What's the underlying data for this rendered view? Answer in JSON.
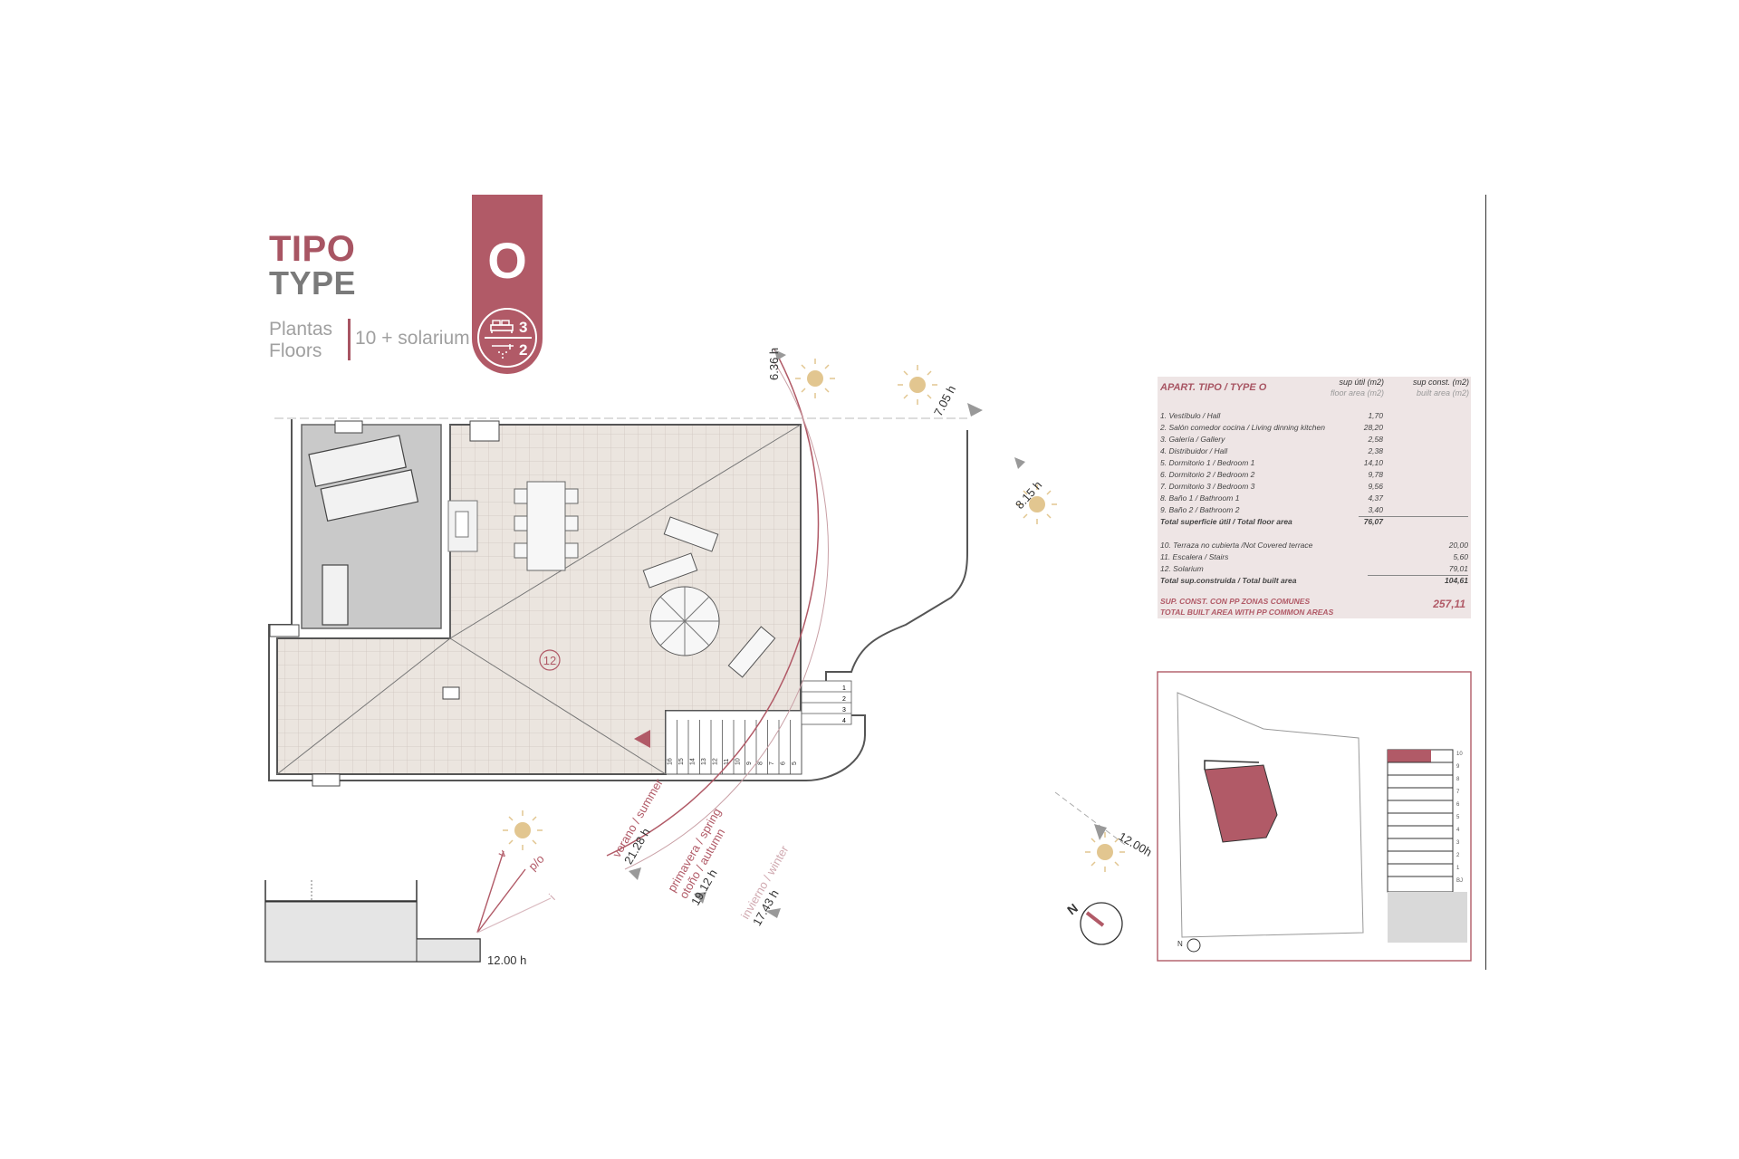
{
  "header": {
    "tipo": "TIPO",
    "type": "TYPE",
    "plantas": "Plantas",
    "floors": "Floors",
    "floors_value": "10 + solarium",
    "type_letter": "O",
    "bedrooms": "3",
    "bathrooms": "2"
  },
  "table": {
    "title": "APART. TIPO / TYPE O",
    "col1_es": "sup útil (m2)",
    "col1_en": "floor area (m2)",
    "col2_es": "sup const. (m2)",
    "col2_en": "built area (m2)",
    "rows": [
      {
        "label": "1. Vestíbulo / Hall",
        "util": "1,70",
        "const": ""
      },
      {
        "label": "2. Salón comedor cocina / Living dinning kitchen",
        "util": "28,20",
        "const": ""
      },
      {
        "label": "3. Galería / Gallery",
        "util": "2,58",
        "const": ""
      },
      {
        "label": "4. Distribuidor / Hall",
        "util": "2,38",
        "const": ""
      },
      {
        "label": "5. Dormitorio 1 / Bedroom 1",
        "util": "14,10",
        "const": ""
      },
      {
        "label": "6. Dormitorio 2 / Bedroom 2",
        "util": "9,78",
        "const": ""
      },
      {
        "label": "7. Dormitorio 3 / Bedroom 3",
        "util": "9,56",
        "const": ""
      },
      {
        "label": "8. Baño 1 / Bathroom 1",
        "util": "4,37",
        "const": ""
      },
      {
        "label": "9. Baño 2 / Bathroom 2",
        "util": "3,40",
        "const": ""
      }
    ],
    "total_util_label": "Total superficie útil / Total floor area",
    "total_util": "76,07",
    "rows2": [
      {
        "label": "10. Terraza no cubierta /Not Covered terrace",
        "util": "",
        "const": "20,00"
      },
      {
        "label": "11. Escalera / Stairs",
        "util": "",
        "const": "5,60"
      },
      {
        "label": "12. Solarium",
        "util": "",
        "const": "79,01"
      }
    ],
    "total_built_label": "Total sup.construida / Total built area",
    "total_built": "104,61",
    "pp_es": "SUP. CONST. CON PP ZONAS COMUNES",
    "pp_en": "TOTAL BUILT AREA WITH PP COMMON AREAS",
    "pp_value": "257,11"
  },
  "plan": {
    "room_number": "12",
    "stair_steps_small": [
      "1",
      "2",
      "3",
      "4"
    ],
    "stair_steps": [
      "16",
      "15",
      "14",
      "13",
      "12",
      "11",
      "10",
      "9",
      "8",
      "7",
      "6",
      "5"
    ]
  },
  "sun": {
    "t1": "6.36 h",
    "t2": "7.05 h",
    "t3": "8.15 h",
    "t4": "12.00h",
    "summer_label": "verano / summer",
    "summer_time": "21.28 h",
    "spring_label": "primavera / spring",
    "autumn_label": "otoño / autumn",
    "spring_time": "19.12 h",
    "winter_label": "invierno / winter",
    "winter_time": "17.43 h",
    "section_time": "12.00 h",
    "v": "v",
    "po": "p/o",
    "i": "i",
    "north": "N"
  },
  "keyplan": {
    "levels": [
      "10",
      "9",
      "8",
      "7",
      "6",
      "5",
      "4",
      "3",
      "2",
      "1",
      "BJ"
    ],
    "north": "N"
  },
  "colors": {
    "accent": "#a85563",
    "tag": "#b15a67",
    "table_bg": "#eee5e5",
    "terrace": "#eae5e0",
    "sun": "#e2c690"
  }
}
